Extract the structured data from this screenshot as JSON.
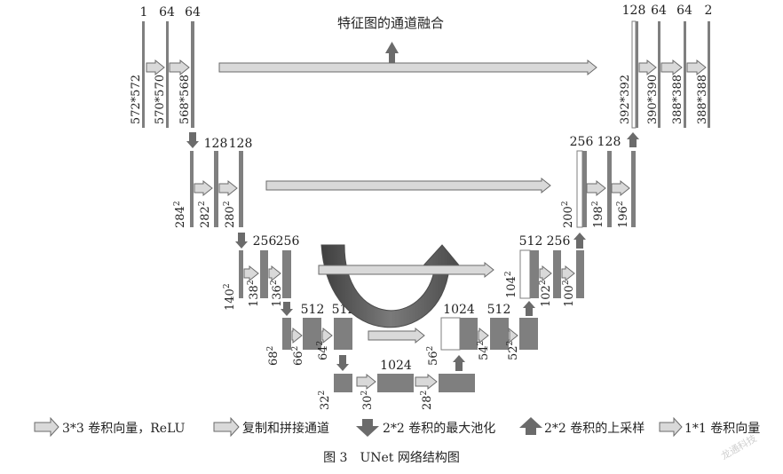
{
  "figure": {
    "banner": "特征图的通道融合",
    "caption": "图 3　UNet 网络结构图",
    "watermark": "龙通科技"
  },
  "channels": {
    "e1": [
      "1",
      "64",
      "64"
    ],
    "e2": [
      "128",
      "128"
    ],
    "e3": [
      "256",
      "256"
    ],
    "e4": [
      "512",
      "512"
    ],
    "bottom": "1024",
    "d4": [
      "1024",
      "512"
    ],
    "d3": [
      "512",
      "256"
    ],
    "d2": [
      "256",
      "128"
    ],
    "d1": [
      "128",
      "64",
      "64",
      "2"
    ]
  },
  "sizes": {
    "e1": [
      "572*572",
      "570*570",
      "568*568"
    ],
    "e2": [
      "284",
      "282",
      "280"
    ],
    "e3": [
      "140",
      "138",
      "136"
    ],
    "e4": [
      "68",
      "66",
      "64"
    ],
    "b": [
      "32",
      "30",
      "28"
    ],
    "d4": [
      "56",
      "54",
      "52"
    ],
    "d3": [
      "104",
      "102",
      "100"
    ],
    "d2": [
      "200",
      "198",
      "196"
    ],
    "d1": [
      "392*392",
      "390*390",
      "388*388",
      "388*388"
    ],
    "sup": "2"
  },
  "legend": {
    "conv3": "3*3 卷积向量，ReLU",
    "copy": "复制和拼接通道",
    "pool": "2*2 卷积的最大池化",
    "up": "2*2 卷积的上采样",
    "conv1": "1*1 卷积向量"
  },
  "colors": {
    "feature": "#7f7f7f",
    "arrow_fill": "#d9d9d9",
    "arrow_stroke": "#6a6a6a",
    "dark_arrow": "#6b6b6b",
    "curve": "#5e5e5e"
  }
}
